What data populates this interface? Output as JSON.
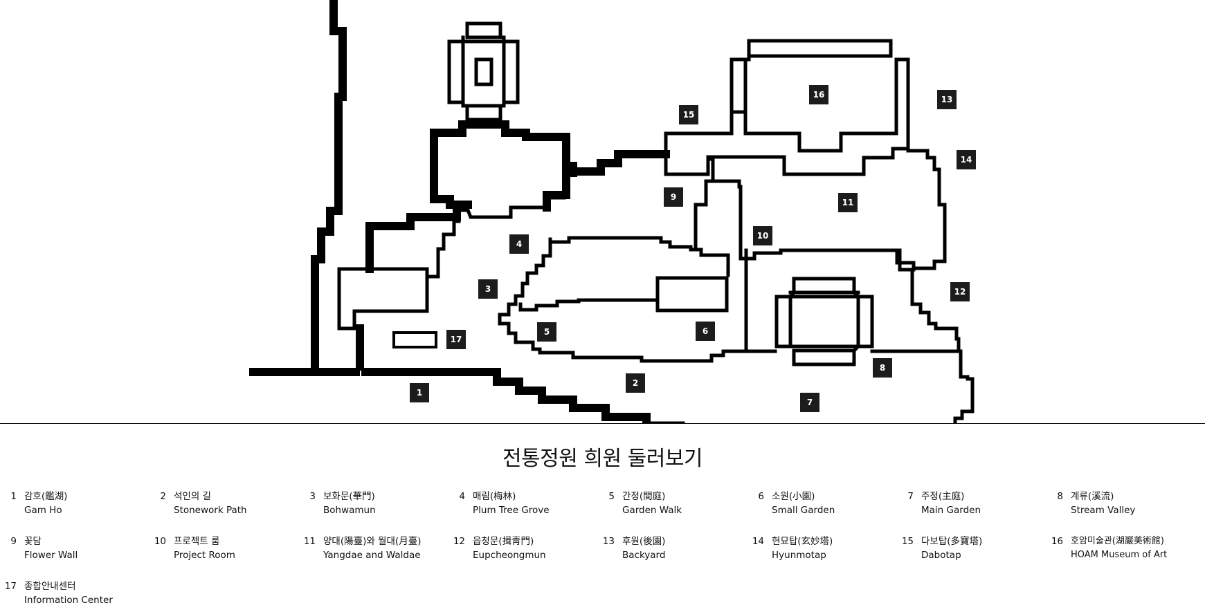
{
  "title": "전통정원 희원 둘러보기",
  "markers": [
    {
      "id": "1",
      "name": "marker-1"
    },
    {
      "id": "2",
      "name": "marker-2"
    },
    {
      "id": "3",
      "name": "marker-3"
    },
    {
      "id": "4",
      "name": "marker-4"
    },
    {
      "id": "5",
      "name": "marker-5"
    },
    {
      "id": "6",
      "name": "marker-6"
    },
    {
      "id": "7",
      "name": "marker-7"
    },
    {
      "id": "8",
      "name": "marker-8"
    },
    {
      "id": "9",
      "name": "marker-9"
    },
    {
      "id": "10",
      "name": "marker-10"
    },
    {
      "id": "11",
      "name": "marker-11"
    },
    {
      "id": "12",
      "name": "marker-12"
    },
    {
      "id": "13",
      "name": "marker-13"
    },
    {
      "id": "14",
      "name": "marker-14"
    },
    {
      "id": "15",
      "name": "marker-15"
    },
    {
      "id": "16",
      "name": "marker-16"
    },
    {
      "id": "17",
      "name": "marker-17"
    }
  ],
  "legend": [
    {
      "num": "1",
      "ko": "감호(鑑湖)",
      "en": "Gam Ho"
    },
    {
      "num": "2",
      "ko": "석인의 길",
      "en": "Stonework Path"
    },
    {
      "num": "3",
      "ko": "보화문(華門)",
      "en": "Bohwamun"
    },
    {
      "num": "4",
      "ko": "매림(梅林)",
      "en": "Plum Tree Grove"
    },
    {
      "num": "5",
      "ko": "간정(間庭)",
      "en": "Garden Walk"
    },
    {
      "num": "6",
      "ko": "소원(小園)",
      "en": "Small Garden"
    },
    {
      "num": "7",
      "ko": "주정(主庭)",
      "en": "Main Garden"
    },
    {
      "num": "8",
      "ko": "계류(溪流)",
      "en": "Stream Valley"
    },
    {
      "num": "9",
      "ko": "꽃담",
      "en": "Flower Wall"
    },
    {
      "num": "10",
      "ko": "프로젝트 룸",
      "en": "Project Room"
    },
    {
      "num": "11",
      "ko": "양대(陽臺)와 월대(月臺)",
      "en": "Yangdae and Waldae"
    },
    {
      "num": "12",
      "ko": "읍청문(揖靑門)",
      "en": "Eupcheongmun"
    },
    {
      "num": "13",
      "ko": "후원(後園)",
      "en": "Backyard"
    },
    {
      "num": "14",
      "ko": "현묘탑(玄妙塔)",
      "en": "Hyunmotap"
    },
    {
      "num": "15",
      "ko": "다보탑(多寶塔)",
      "en": "Dabotap"
    },
    {
      "num": "16",
      "ko": "호암미술관(湖巖美術館)",
      "en": "HOAM Museum of Art"
    },
    {
      "num": "17",
      "ko": "종합안내센터",
      "en": "Information Center"
    }
  ],
  "colors": {
    "line": "#000000",
    "marker_bg": "#1c1c1c",
    "marker_text": "#ffffff",
    "background": "#ffffff"
  }
}
